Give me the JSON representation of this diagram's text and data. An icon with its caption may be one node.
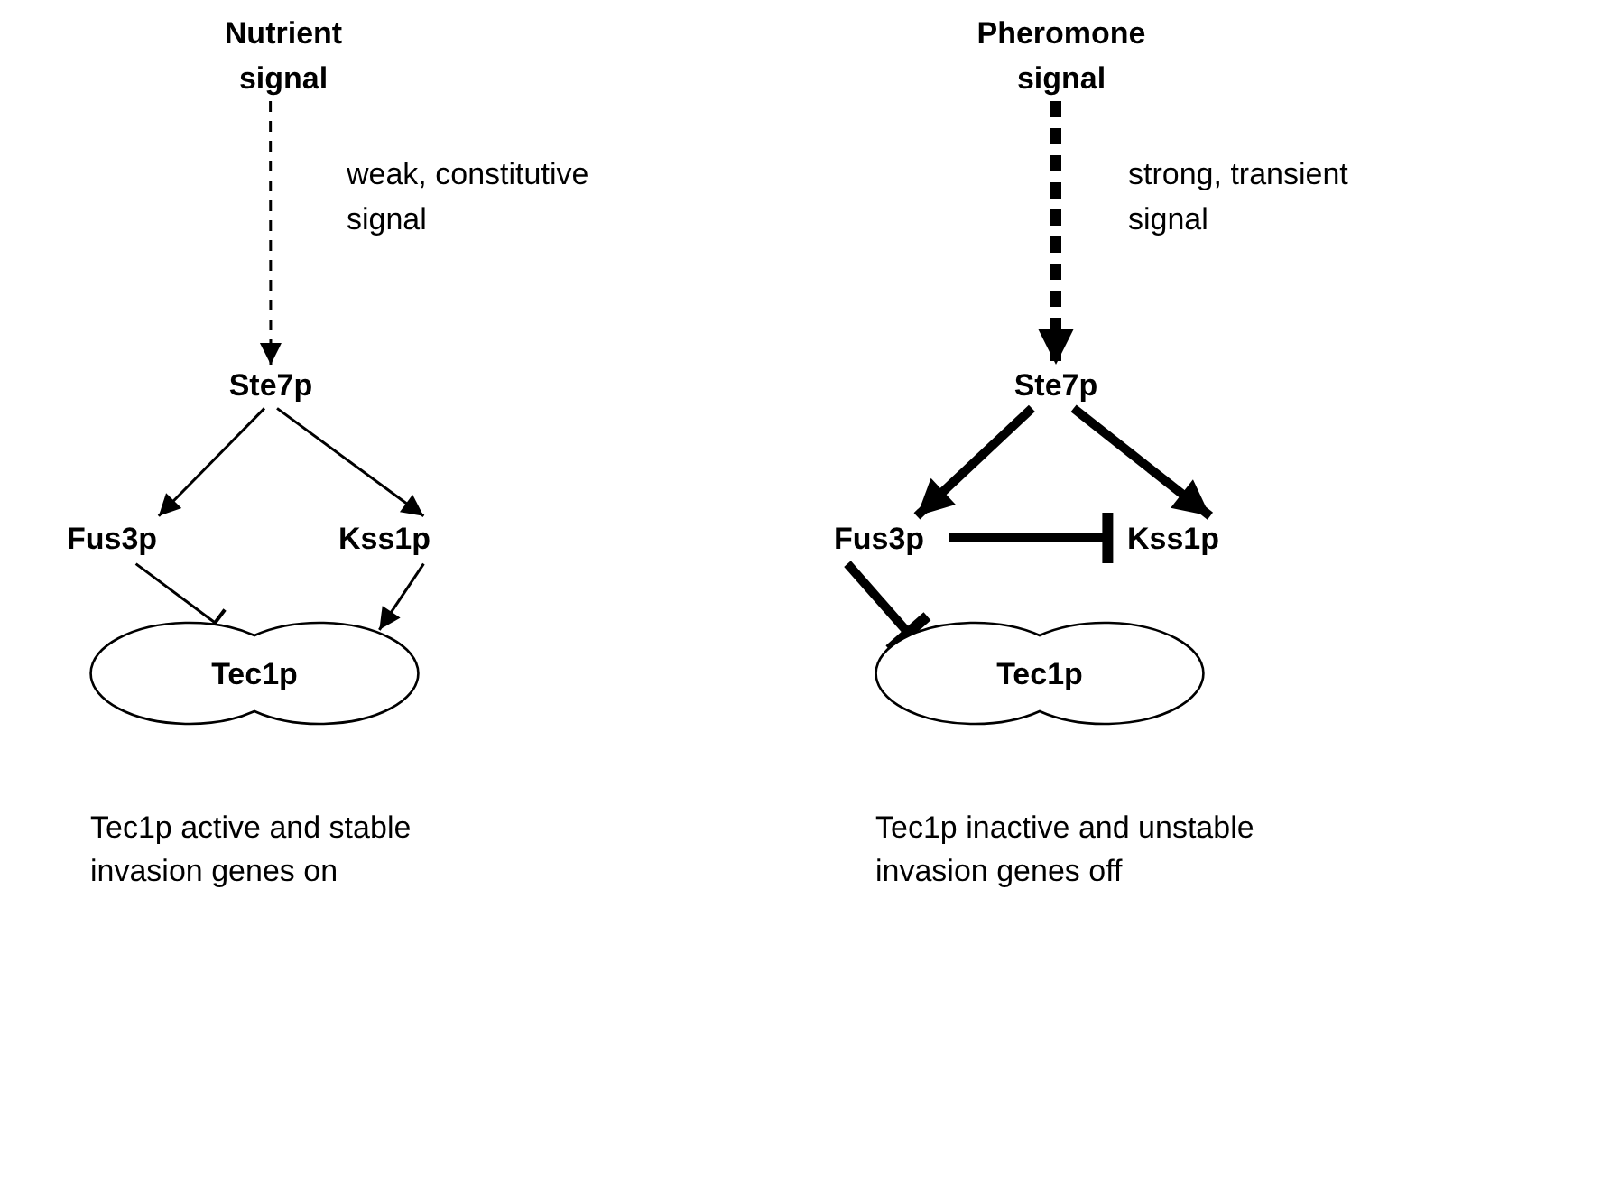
{
  "diagram": {
    "nodes": [
      {
        "text": [
          "Nutrient signal"
        ]
      },
      {
        "text": [
          "Ste7p"
        ]
      },
      {
        "text": [
          "Fus3p"
        ]
      },
      {
        "text": [
          "Kss1p"
        ]
      },
      {
        "text": [
          "Tec1p"
        ]
      },
      {
        "text": [
          "Pheromone signal"
        ]
      },
      {
        "text": [
          "Ste7p"
        ]
      },
      {
        "text": [
          "Fus3p"
        ]
      },
      {
        "text": [
          "Kss1p"
        ]
      },
      {
        "text": [
          "Tec1p"
        ]
      }
    ],
    "edges": [
      {
        "from": 0,
        "to": 1,
        "arrow": "to",
        "label": "weak, constitutive signal",
        "style": "dashed"
      },
      {
        "from": 1,
        "to": 2,
        "arrow": "to"
      },
      {
        "from": 1,
        "to": 3,
        "arrow": "to"
      },
      {
        "from": 2,
        "to": 4,
        "arrow": "other"
      },
      {
        "from": 3,
        "to": 4,
        "arrow": "to"
      },
      {
        "from": 5,
        "to": 6,
        "arrow": "to",
        "label": "strong, transient signal",
        "style": "dashed"
      },
      {
        "from": 6,
        "to": 7,
        "arrow": "to",
        "style": "thick"
      },
      {
        "from": 6,
        "to": 8,
        "arrow": "to",
        "style": "thick"
      },
      {
        "from": 7,
        "to": 8,
        "arrow": "other",
        "style": "thick"
      },
      {
        "from": 7,
        "to": 9,
        "arrow": "other",
        "style": "thick"
      }
    ],
    "labels": [
      "Tec1p active and stable",
      "invasion genes on",
      "Tec1p inactive and unstable",
      "invasion genes off"
    ]
  }
}
